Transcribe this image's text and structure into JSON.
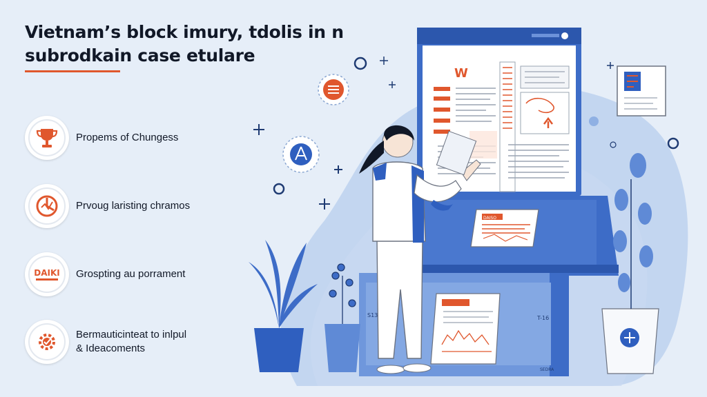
{
  "title": {
    "line1": "Vietnam’s block imury, tdolis in n",
    "line2": "subrodkain case etulare"
  },
  "features": [
    {
      "label": "Propems of Chungess",
      "icon": "trophy-icon"
    },
    {
      "label": "Prvoug laristing chramos",
      "icon": "chart-circle-icon"
    },
    {
      "label": "Grospting au porrament",
      "icon": "brand-logo-icon",
      "logo_text": "DAIKI"
    },
    {
      "label_line1": "Bermauticinteat to inlpul",
      "label_line2": "& Ideacoments",
      "icon": "gear-check-icon"
    }
  ],
  "illustration": {
    "screen_logo": "W",
    "form_stamp": "DAISO",
    "drawer_label_left": "S13",
    "drawer_label_right": "T-16",
    "cabinet_footer": "SEDRA"
  },
  "colors": {
    "accent": "#e0572d",
    "primary_blue": "#3d6cc7",
    "background": "#e6eef8"
  }
}
